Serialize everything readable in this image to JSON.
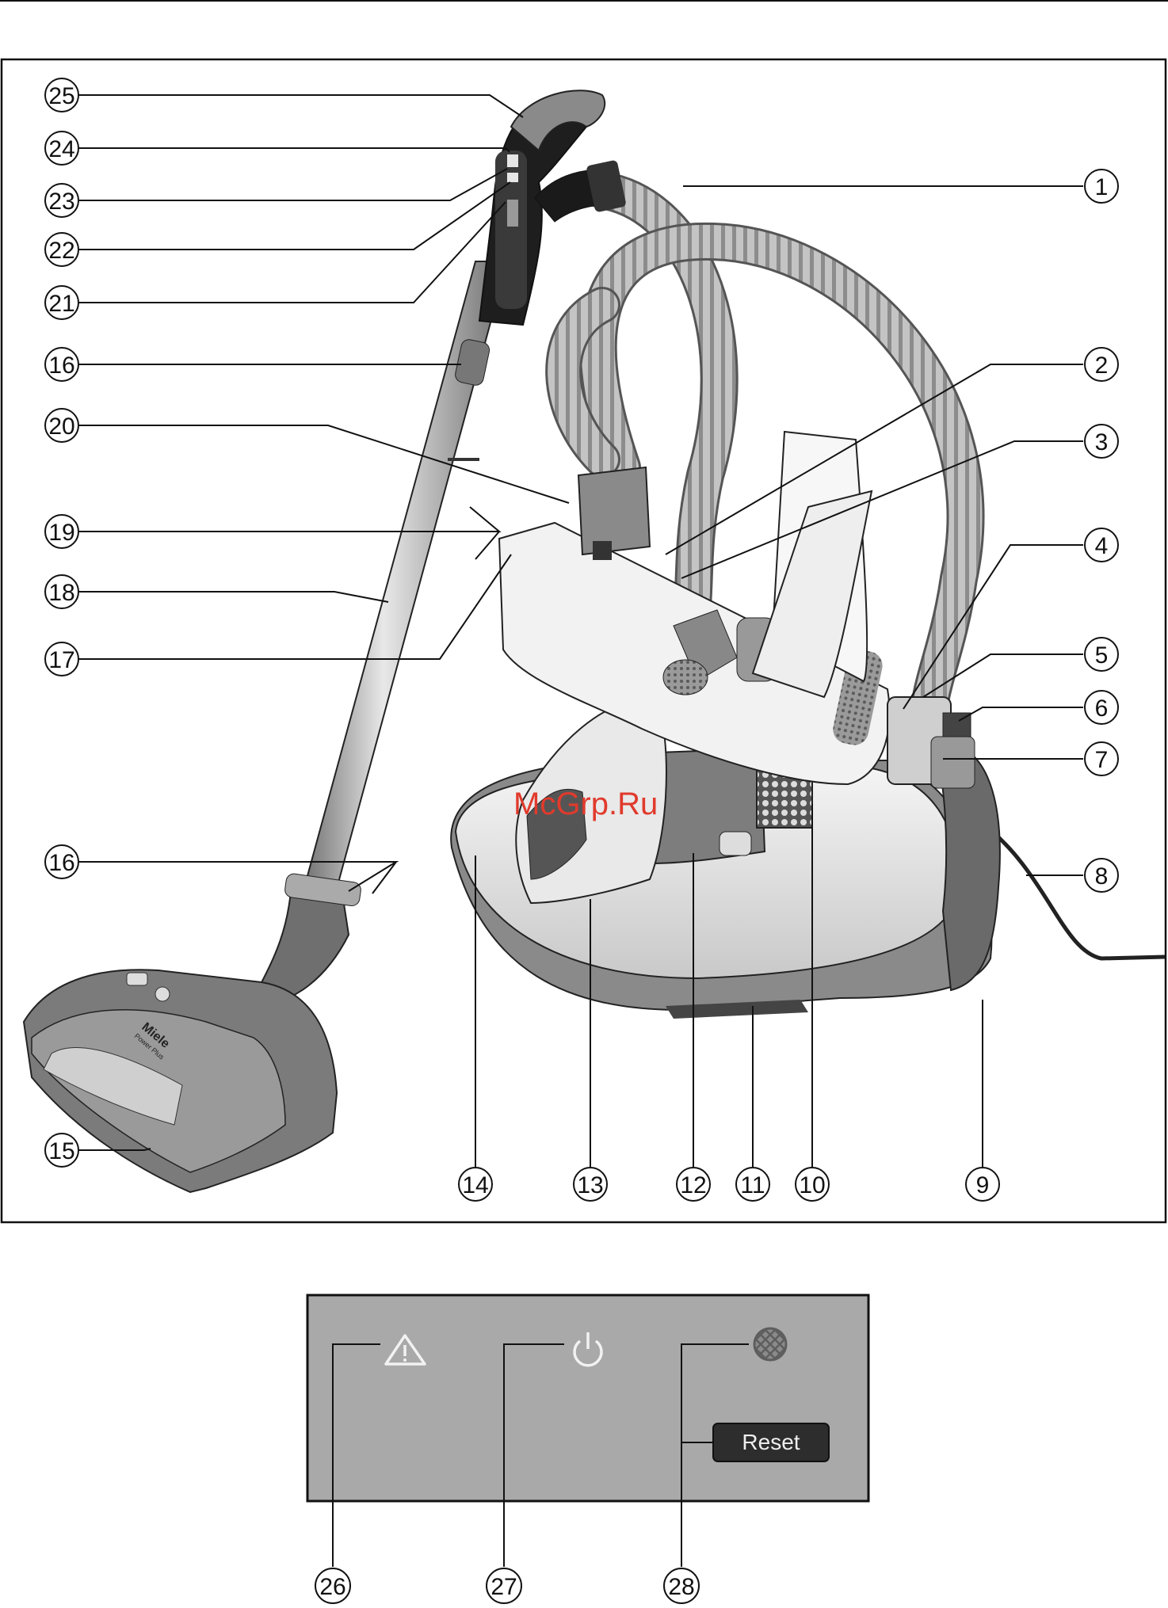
{
  "watermark": "McGrp.Ru",
  "callouts": [
    {
      "id": "1",
      "label": "1"
    },
    {
      "id": "2",
      "label": "2"
    },
    {
      "id": "3",
      "label": "3"
    },
    {
      "id": "4",
      "label": "4"
    },
    {
      "id": "5",
      "label": "5"
    },
    {
      "id": "6",
      "label": "6"
    },
    {
      "id": "7",
      "label": "7"
    },
    {
      "id": "8",
      "label": "8"
    },
    {
      "id": "9",
      "label": "9"
    },
    {
      "id": "10",
      "label": "10"
    },
    {
      "id": "11",
      "label": "11"
    },
    {
      "id": "12",
      "label": "12"
    },
    {
      "id": "13",
      "label": "13"
    },
    {
      "id": "14",
      "label": "14"
    },
    {
      "id": "15",
      "label": "15"
    },
    {
      "id": "16a",
      "label": "16"
    },
    {
      "id": "16b",
      "label": "16"
    },
    {
      "id": "17",
      "label": "17"
    },
    {
      "id": "18",
      "label": "18"
    },
    {
      "id": "19",
      "label": "19"
    },
    {
      "id": "20",
      "label": "20"
    },
    {
      "id": "21",
      "label": "21"
    },
    {
      "id": "22",
      "label": "22"
    },
    {
      "id": "23",
      "label": "23"
    },
    {
      "id": "24",
      "label": "24"
    },
    {
      "id": "25",
      "label": "25"
    },
    {
      "id": "26",
      "label": "26"
    },
    {
      "id": "27",
      "label": "27"
    },
    {
      "id": "28",
      "label": "28"
    }
  ],
  "panel": {
    "reset_label": "Reset",
    "icons": [
      "warning-icon",
      "power-icon",
      "filter-icon"
    ],
    "background": "#a9a9a9"
  },
  "nozzle": {
    "brand": "Miele",
    "model": "Power Plus"
  }
}
